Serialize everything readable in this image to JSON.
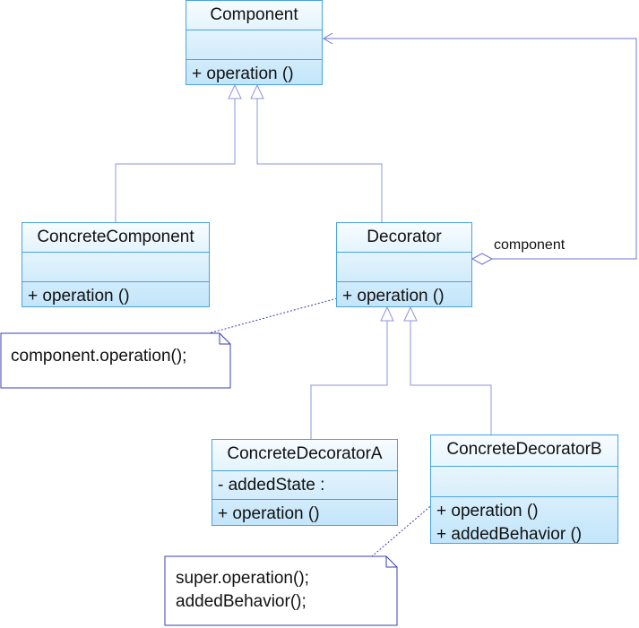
{
  "classes": {
    "component": {
      "name": "Component",
      "attributes": [],
      "operations": [
        "+  operation ()"
      ]
    },
    "concrete_component": {
      "name": "ConcreteComponent",
      "attributes": [],
      "operations": [
        "+  operation ()"
      ]
    },
    "decorator": {
      "name": "Decorator",
      "attributes": [],
      "operations": [
        "+  operation ()"
      ]
    },
    "concrete_decorator_a": {
      "name": "ConcreteDecoratorA",
      "attributes": [
        "-  addedState  :"
      ],
      "operations": [
        "+  operation ()"
      ]
    },
    "concrete_decorator_b": {
      "name": "ConcreteDecoratorB",
      "attributes": [],
      "operations": [
        "+ operation ()",
        "+ addedBehavior ()"
      ]
    }
  },
  "notes": {
    "decorator_note": [
      "component.operation();"
    ],
    "decorator_b_note": [
      "super.operation();",
      "addedBehavior();"
    ]
  },
  "relations": {
    "aggregation_label": "component"
  },
  "colors": {
    "class_border": "#4aa3df",
    "class_fill_top": "#f7fcff",
    "class_fill_bottom": "#c3e5fa",
    "connector": "#6f74d8",
    "note_border": "#3a3fb4"
  }
}
